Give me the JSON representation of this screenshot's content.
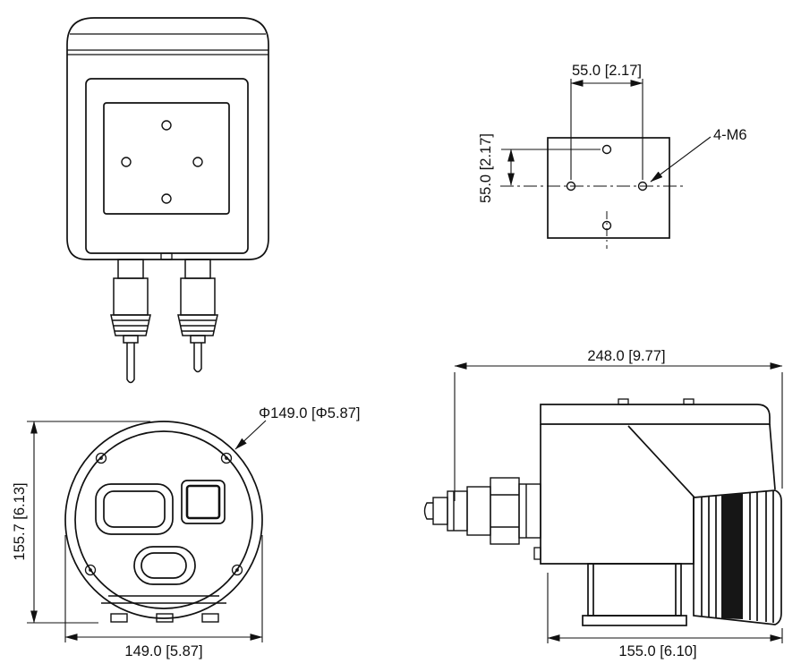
{
  "drawing": {
    "type": "technical-dimension-drawing",
    "line_color": "#111111",
    "background": "#ffffff",
    "views": {
      "rear": {
        "name": "rear-view"
      },
      "bracket_top": {
        "name": "mount-bracket-top-view",
        "dim_width": "55.0 [2.17]",
        "dim_height": "55.0 [2.17]",
        "hole_label": "4-M6"
      },
      "front": {
        "name": "front-view",
        "dim_diameter": "Φ149.0 [Φ5.87]",
        "dim_height": "155.7 [6.13]",
        "dim_width": "149.0 [5.87]"
      },
      "side": {
        "name": "side-view",
        "dim_length": "248.0 [9.77]",
        "dim_base": "155.0 [6.10]"
      }
    }
  }
}
